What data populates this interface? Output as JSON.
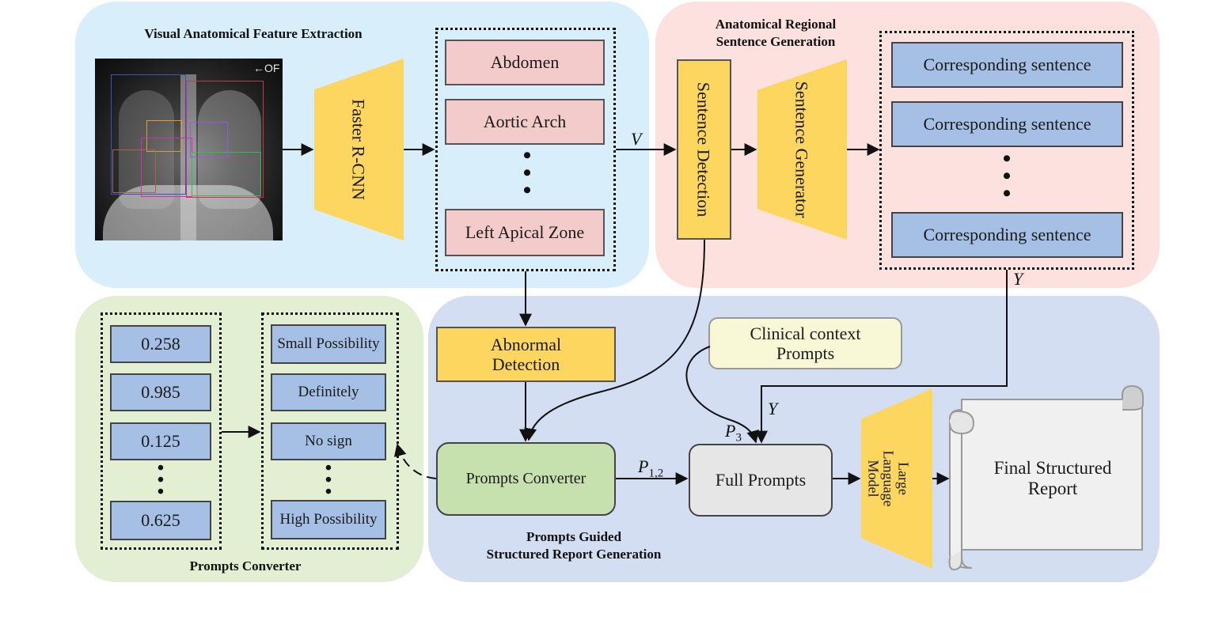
{
  "visual": {
    "heading": "Visual Anatomical Feature Extraction",
    "xray_label": "←OF",
    "rcnn_label": "Faster R-CNN",
    "regions": [
      "Abdomen",
      "Aortic Arch",
      "Left Apical Zone"
    ],
    "dots": "•\n•\n•"
  },
  "anatomical": {
    "heading_line1": "Anatomical Regional",
    "heading_line2": "Sentence Generation",
    "detection_label": "Sentence Detection",
    "generator_label": "Sentence Generator",
    "sentences": [
      "Corresponding sentence",
      "Corresponding sentence",
      "Corresponding sentence"
    ],
    "dots": "•\n•\n•"
  },
  "converter": {
    "heading": "Prompts Converter",
    "values": [
      "0.258",
      "0.985",
      "0.125",
      "0.625"
    ],
    "labels": [
      "Small Possibility",
      "Definitely",
      "No sign",
      "High Possibility"
    ],
    "dots": "•\n•\n•"
  },
  "report": {
    "heading_line1": "Prompts Guided",
    "heading_line2": "Structured Report Generation",
    "abnormal_label": "Abnormal Detection",
    "converter_label": "Prompts Converter",
    "clinical_label": "Clinical context Prompts",
    "full_prompts_label": "Full Prompts",
    "llm_label": "Large Language Model",
    "final_label": "Final Structured Report"
  },
  "symbols": {
    "V": "V",
    "Y1": "Y",
    "Y2": "Y",
    "P3": "P",
    "P3_sub": "3",
    "P12": "P",
    "P12_sub": "1,2"
  },
  "colors": {
    "visual_bg": "#d8eefa",
    "anatomical_bg": "#fde1de",
    "converter_bg": "#e2efd3",
    "report_bg": "#d3def3",
    "yellow": "#fcd65f",
    "pink": "#f4cbcb",
    "blue": "#a5bfe5",
    "green": "#c6e0ae"
  }
}
